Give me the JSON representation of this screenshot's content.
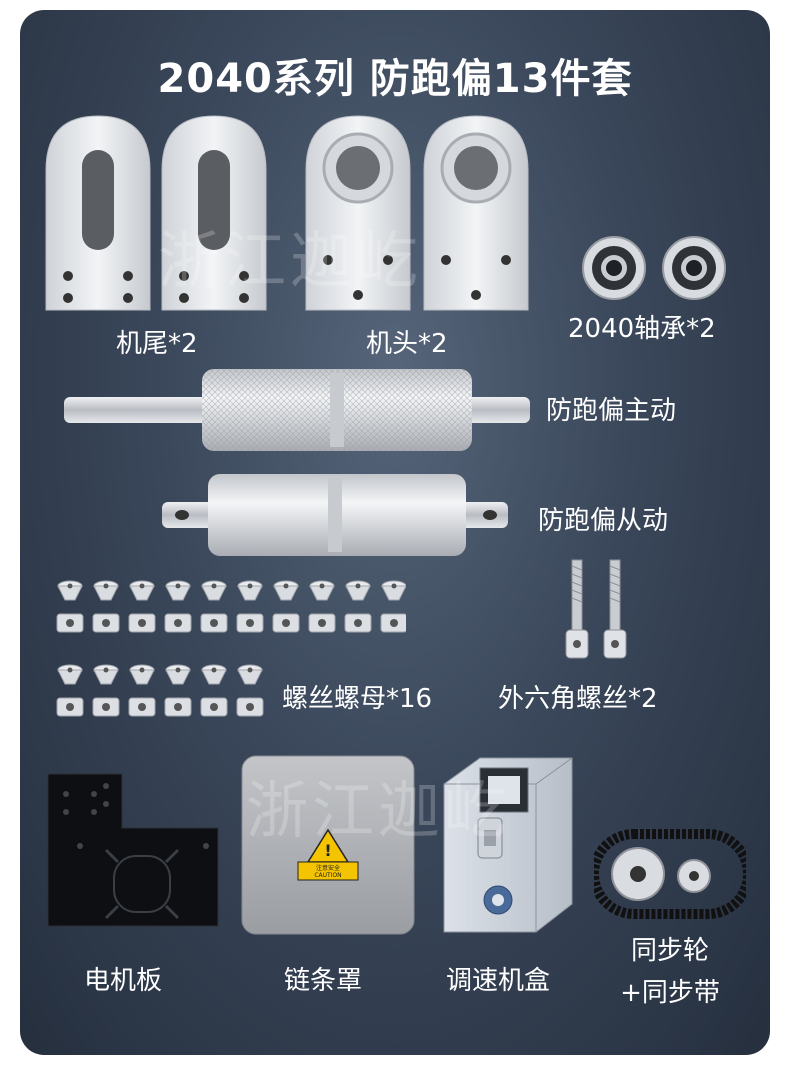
{
  "title": "2040系列 防跑偏13件套",
  "watermark": "浙江迦屹",
  "parts": {
    "tail": "机尾*2",
    "head": "机头*2",
    "bearing": "2040轴承*2",
    "drive_roller": "防跑偏主动",
    "idler_roller": "防跑偏从动",
    "screws_nuts": "螺丝螺母*16",
    "hex_screws": "外六角螺丝*2",
    "motor_plate": "电机板",
    "chain_cover": "链条罩",
    "speed_box": "调速机盒",
    "pulley_line1": "同步轮",
    "pulley_line2": "+同步带"
  },
  "caution_sticker": {
    "line1": "注意安全",
    "line2": "CAUTION"
  },
  "colors": {
    "background_center": "#56657a",
    "background_edge": "#252f3e",
    "text": "#ffffff",
    "metal": "#e3e6ea",
    "caution_yellow": "#f4c400"
  }
}
